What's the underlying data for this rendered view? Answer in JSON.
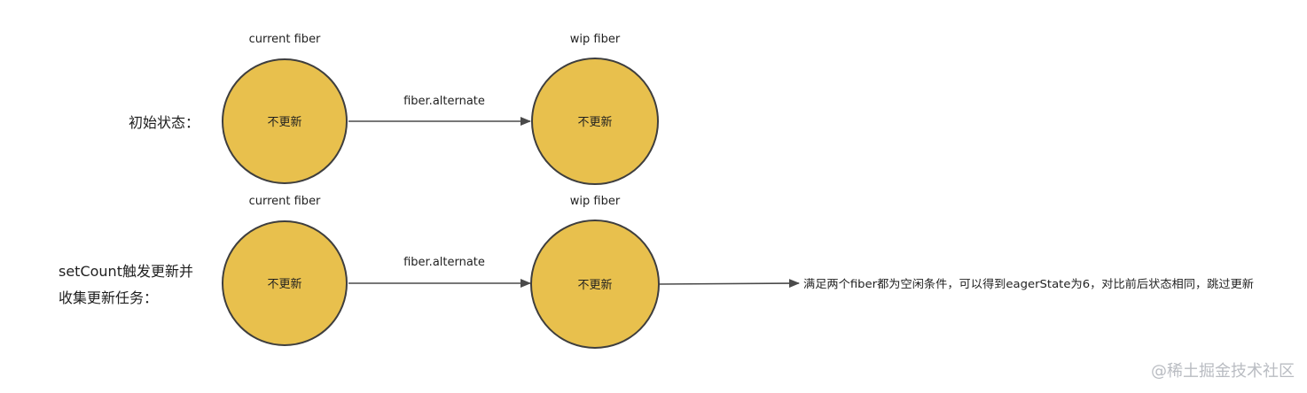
{
  "colors": {
    "node_fill": "#e8c04d",
    "node_stroke": "#3e3e3e",
    "arrow": "#4a4a4a",
    "text": "#1f1f1f",
    "watermark": "#b9bcc2"
  },
  "rows": [
    {
      "side_label": [
        "初始状态："
      ],
      "current": {
        "title": "current fiber",
        "label": "不更新"
      },
      "wip": {
        "title": "wip fiber",
        "label": "不更新"
      },
      "edge_label": "fiber.alternate"
    },
    {
      "side_label": [
        "setCount触发更新并",
        "收集更新任务："
      ],
      "current": {
        "title": "current fiber",
        "label": "不更新"
      },
      "wip": {
        "title": "wip fiber",
        "label": "不更新"
      },
      "edge_label": "fiber.alternate",
      "note": "满足两个fiber都为空闲条件，可以得到eagerState为6，对比前后状态相同，跳过更新"
    }
  ],
  "watermark": "@稀土掘金技术社区"
}
